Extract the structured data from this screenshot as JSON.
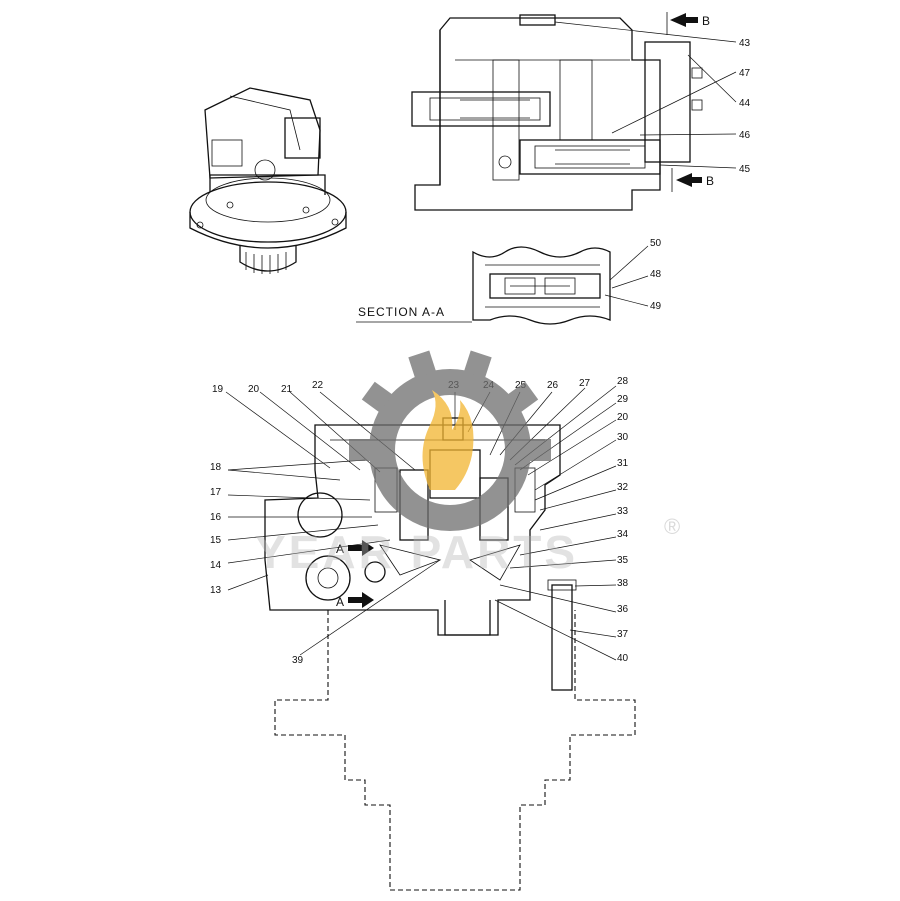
{
  "diagram": {
    "section_label": "SECTION A-A",
    "arrow_a_label": "A",
    "arrow_b_label": "B",
    "callouts": {
      "c13": "13",
      "c14": "14",
      "c15": "15",
      "c16": "16",
      "c17": "17",
      "c18": "18",
      "c19": "19",
      "c20a": "20",
      "c20b": "20",
      "c21": "21",
      "c22": "22",
      "c23": "23",
      "c24": "24",
      "c25": "25",
      "c26": "26",
      "c27": "27",
      "c28": "28",
      "c29": "29",
      "c30": "30",
      "c31": "31",
      "c32": "32",
      "c33": "33",
      "c34": "34",
      "c35": "35",
      "c36": "36",
      "c37": "37",
      "c38": "38",
      "c39": "39",
      "c40": "40",
      "c43": "43",
      "c44": "44",
      "c45": "45",
      "c46": "46",
      "c47": "47",
      "c48": "48",
      "c49": "49",
      "c50": "50"
    }
  },
  "watermark": {
    "brand_text": "YEAR PARTS",
    "registered_mark": "®",
    "gear_color": "#6e6e6e",
    "flame_color": "#f2b530"
  }
}
